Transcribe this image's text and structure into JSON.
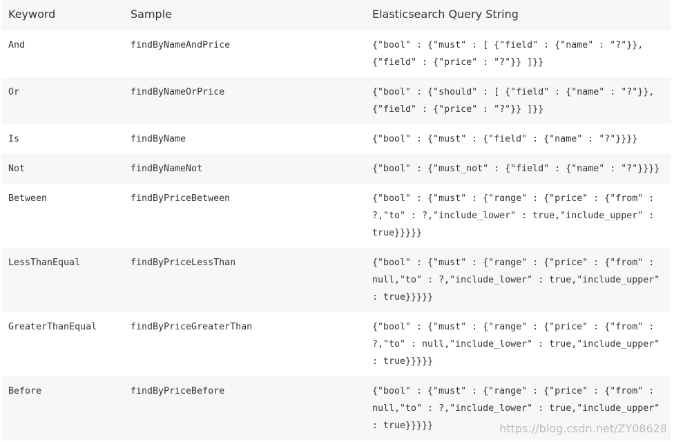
{
  "headers": {
    "keyword": "Keyword",
    "sample": "Sample",
    "query": "Elasticsearch Query String"
  },
  "rows": [
    {
      "keyword": "And",
      "sample": "findByNameAndPrice",
      "query": [
        "{\"bool\" : {\"must\" : [ {\"field\" : {\"name\" : \"?\"}},",
        "{\"field\" : {\"price\" : \"?\"}} ]}}"
      ]
    },
    {
      "keyword": "Or",
      "sample": "findByNameOrPrice",
      "query": [
        "{\"bool\" : {\"should\" : [ {\"field\" : {\"name\" : \"?\"}},",
        "{\"field\" : {\"price\" : \"?\"}} ]}}"
      ]
    },
    {
      "keyword": "Is",
      "sample": "findByName",
      "query": [
        "{\"bool\" : {\"must\" : {\"field\" : {\"name\" : \"?\"}}}}"
      ]
    },
    {
      "keyword": "Not",
      "sample": "findByNameNot",
      "query": [
        "{\"bool\" : {\"must_not\" : {\"field\" : {\"name\" : \"?\"}}}}"
      ]
    },
    {
      "keyword": "Between",
      "sample": "findByPriceBetween",
      "query": [
        "{\"bool\" : {\"must\" : {\"range\" : {\"price\" : {\"from\" :",
        "?,\"to\" : ?,\"include_lower\" : true,\"include_upper\" :",
        "true}}}}}"
      ]
    },
    {
      "keyword": "LessThanEqual",
      "sample": "findByPriceLessThan",
      "query": [
        "{\"bool\" : {\"must\" : {\"range\" : {\"price\" : {\"from\" :",
        "null,\"to\" : ?,\"include_lower\" : true,\"include_upper\"",
        ": true}}}}}"
      ]
    },
    {
      "keyword": "GreaterThanEqual",
      "sample": "findByPriceGreaterThan",
      "query": [
        "{\"bool\" : {\"must\" : {\"range\" : {\"price\" : {\"from\" :",
        "?,\"to\" : null,\"include_lower\" : true,\"include_upper\"",
        ": true}}}}}"
      ]
    },
    {
      "keyword": "Before",
      "sample": "findByPriceBefore",
      "query": [
        "{\"bool\" : {\"must\" : {\"range\" : {\"price\" : {\"from\" :",
        "null,\"to\" : ?,\"include_lower\" : true,\"include_upper\"",
        ": true}}}}}"
      ]
    }
  ],
  "watermark": "https://blog.csdn.net/ZY08628"
}
